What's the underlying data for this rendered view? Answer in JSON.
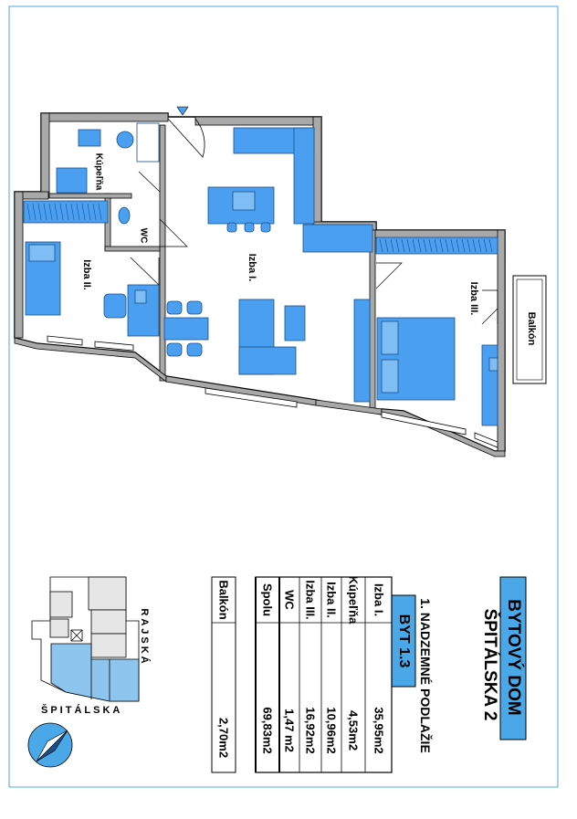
{
  "building": {
    "title_line1": "BYTOVÝ DOM",
    "title_line2": "ŠPITÁLSKA  2",
    "floor": "1. NADZEMNÉ PODLAŽIE",
    "unit": "BYT 1.3"
  },
  "areas": [
    {
      "name": "Izba I.",
      "value": "35,95m2"
    },
    {
      "name": "Kúpeľňa",
      "value": "4,53m2"
    },
    {
      "name": "Izba II.",
      "value": "10,96m2"
    },
    {
      "name": "Izba III.",
      "value": "16,92m2"
    },
    {
      "name": "WC",
      "value": "1,47 m2"
    }
  ],
  "total": {
    "name": "Spolu",
    "value": "69,83m2"
  },
  "balcony_area": {
    "name": "Balkón",
    "value": "2,70m2"
  },
  "plan_labels": {
    "kupelna": "Kúpeľňa",
    "wc": "WC",
    "izba1": "Izba I.",
    "izba2": "Izba II.",
    "izba3": "Izba III.",
    "balkon": "Balkón"
  },
  "streets": {
    "rajska": "RAJSKÁ",
    "spitalska": "ŠPITÁLSKA"
  },
  "colors": {
    "furniture": "#4a9ff0",
    "furniture_dark": "#1a4f8a",
    "wall": "#a9a9a9",
    "frame": "#4aa8e0",
    "header_fill": "#4aa8e8",
    "keyplan_fill": "#8ec5ee"
  },
  "icons": {
    "north_arrow": "compass-north-arrow",
    "entry": "entry-triangle"
  }
}
